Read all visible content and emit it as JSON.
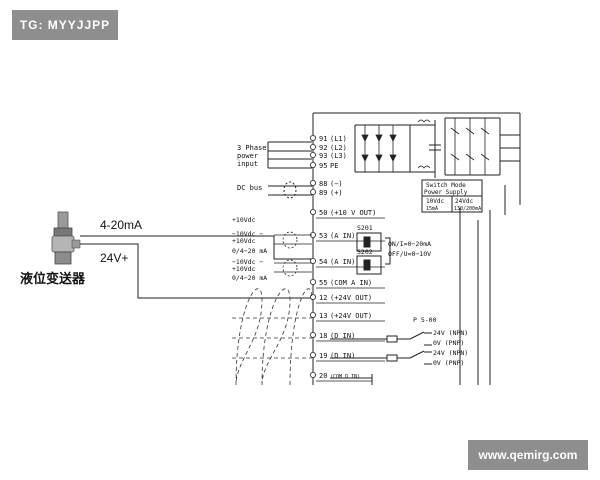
{
  "watermark_tg": "TG: MYYJJPP",
  "watermark_site": "www.qemirg.com",
  "sensor": {
    "name": "液位变送器",
    "signal_label": "4-20mA",
    "supply_label": "24V+"
  },
  "power_input": {
    "label_line1": "3 Phase",
    "label_line2": "power",
    "label_line3": "input"
  },
  "dc_bus_label": "DC bus",
  "terminals": [
    {
      "num": "91",
      "name": "(L1)"
    },
    {
      "num": "92",
      "name": "(L2)"
    },
    {
      "num": "93",
      "name": "(L3)"
    },
    {
      "num": "95",
      "name": "PE"
    },
    {
      "num": "88",
      "name": "(−)"
    },
    {
      "num": "89",
      "name": "(+)"
    },
    {
      "num": "50",
      "name": "(+10 V OUT)"
    },
    {
      "num": "53",
      "name": "(A IN)"
    },
    {
      "num": "54",
      "name": "(A IN)"
    },
    {
      "num": "55",
      "name": "(COM A IN)"
    },
    {
      "num": "12",
      "name": "(+24V OUT)"
    },
    {
      "num": "13",
      "name": "(+24V OUT)"
    },
    {
      "num": "18",
      "name": "(D IN)"
    },
    {
      "num": "19",
      "name": "(D IN)"
    },
    {
      "num": "20",
      "name": "(COM D IN)"
    }
  ],
  "analog_labels": {
    "t50": "+10Vdc",
    "t53_a": "−10Vdc −",
    "t53_b": "+10Vdc",
    "t53_c": "0/4−20 mA",
    "t54_a": "−10Vdc −",
    "t54_b": "+10Vdc",
    "t54_c": "0/4−20 mA"
  },
  "switches": {
    "s201": "S201",
    "s202": "S202",
    "on_line": "ON/I=0−20mA",
    "off_line": "OFF/U=0−10V"
  },
  "smps": {
    "line1": "Switch Mode",
    "line2": "Power Supply",
    "out1_v": "10Vdc",
    "out1_i": "15mA",
    "out2_v": "24Vdc",
    "out2_i": "130/200mA"
  },
  "digital": {
    "p5": "P 5-00",
    "in18_a": "24V (NPN)",
    "in18_b": "0V (PNP)",
    "in19_a": "24V (NPN)",
    "in19_b": "0V (PNP)"
  }
}
